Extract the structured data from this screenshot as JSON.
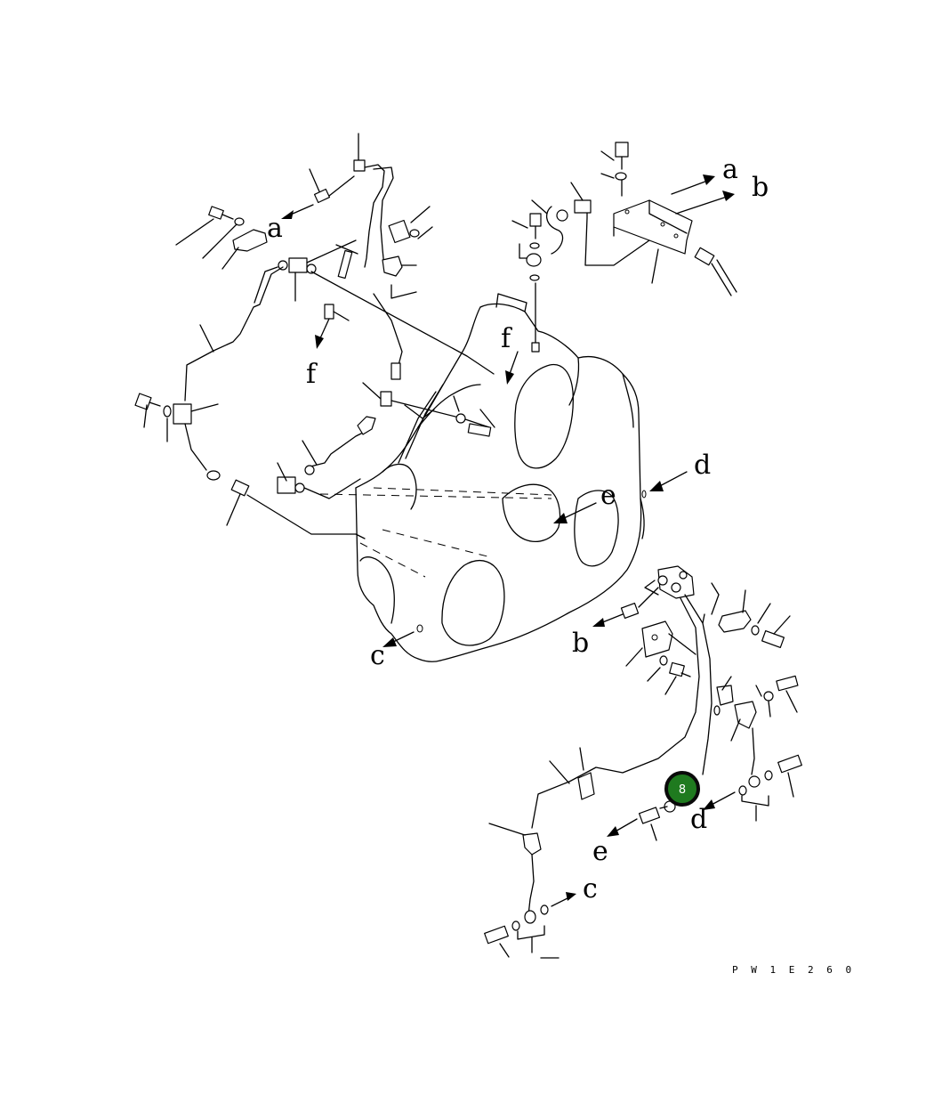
{
  "drawing": {
    "code": "PW1E260",
    "code_spaced": "P W 1 E 2 6 0",
    "letters": {
      "a_upper_left": "a",
      "a_top_right": "a",
      "b_top_right": "b",
      "b_lower_mid": "b",
      "c_left": "c",
      "c_bottom": "c",
      "d_right": "d",
      "d_bottom": "d",
      "e_mid": "e",
      "e_bottom": "e",
      "f_left": "f",
      "f_center": "f"
    }
  },
  "hotspot": {
    "label": "8",
    "color": "#1f7a1f"
  }
}
